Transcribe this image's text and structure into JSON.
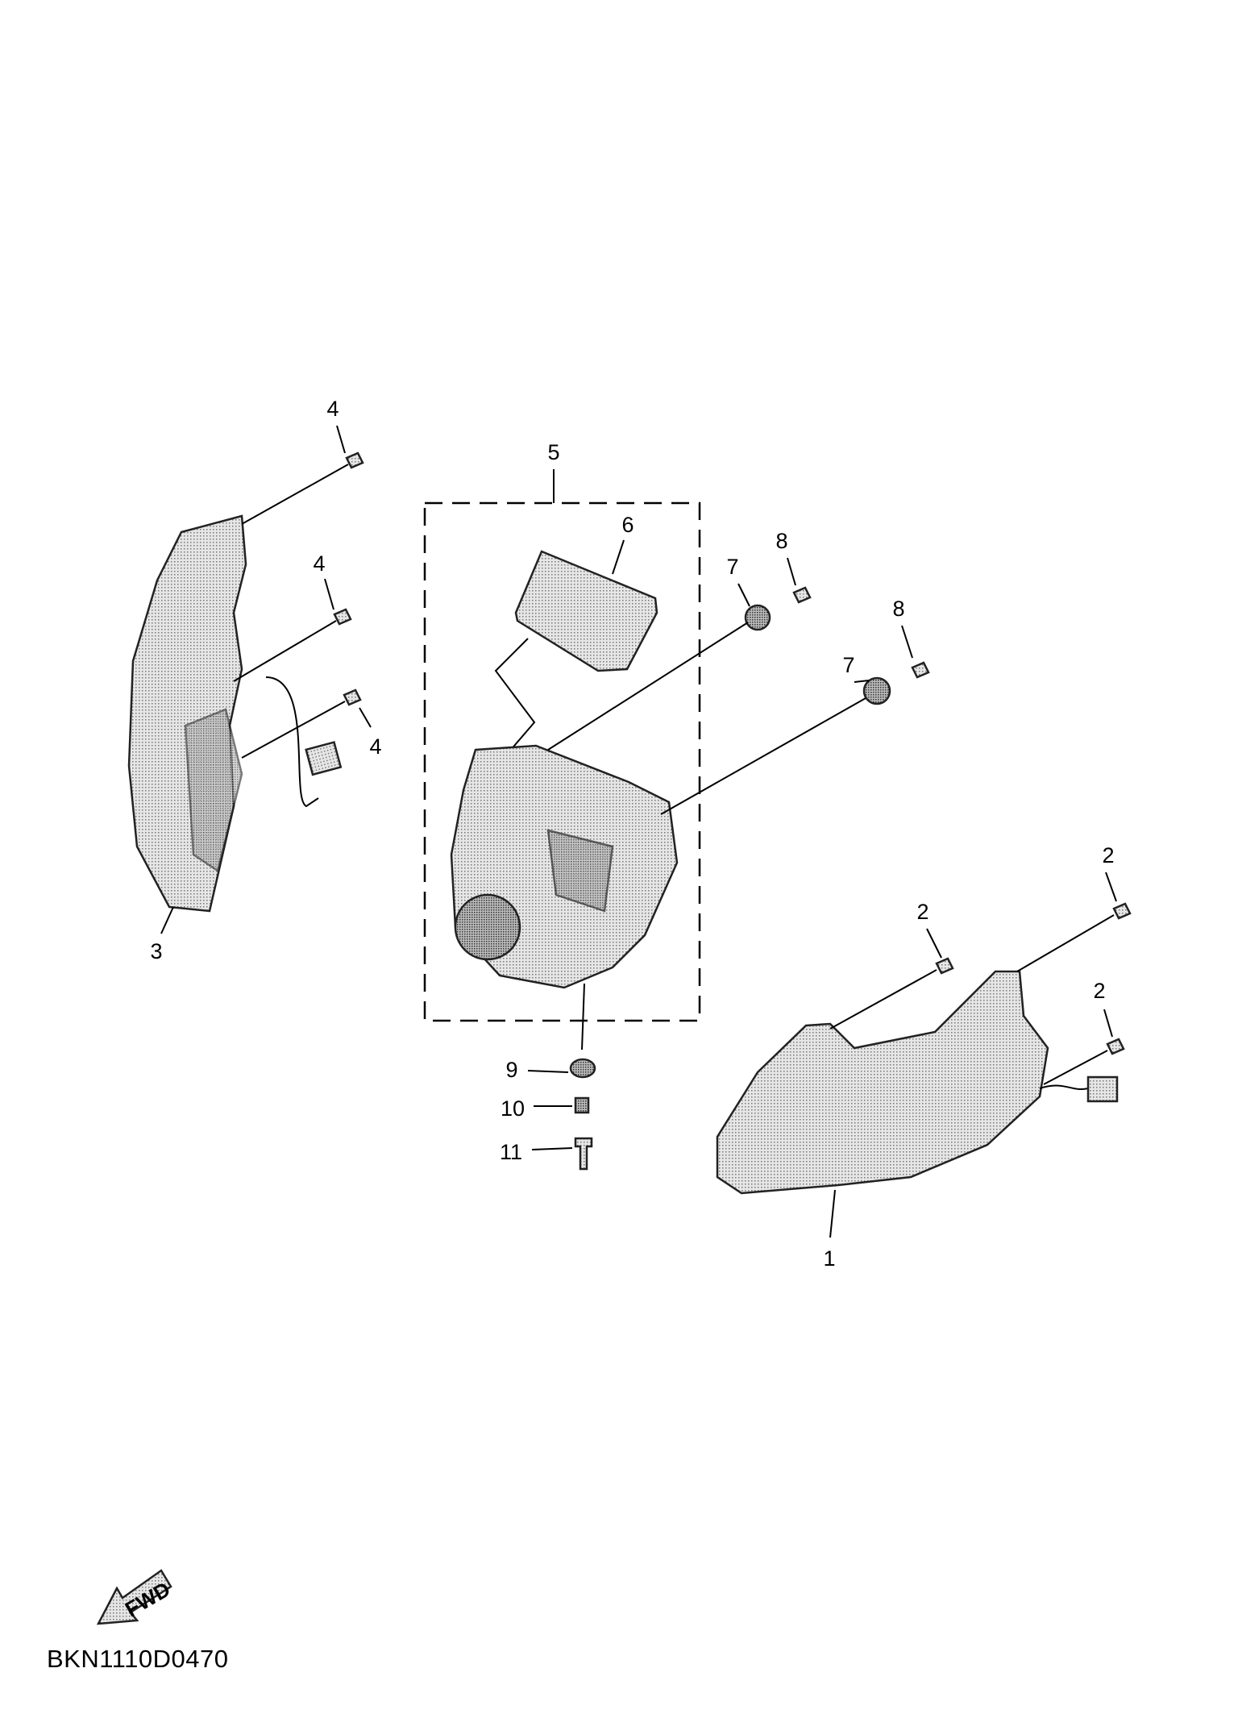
{
  "diagram": {
    "drawing_code": "BKN1110D0470",
    "fwd_label": "FWD",
    "callouts": {
      "c1": "1",
      "c2a": "2",
      "c2b": "2",
      "c2c": "2",
      "c3": "3",
      "c4a": "4",
      "c4b": "4",
      "c4c": "4",
      "c5": "5",
      "c6": "6",
      "c7a": "7",
      "c7b": "7",
      "c8a": "8",
      "c8b": "8",
      "c9": "9",
      "c10": "10",
      "c11": "11"
    }
  }
}
